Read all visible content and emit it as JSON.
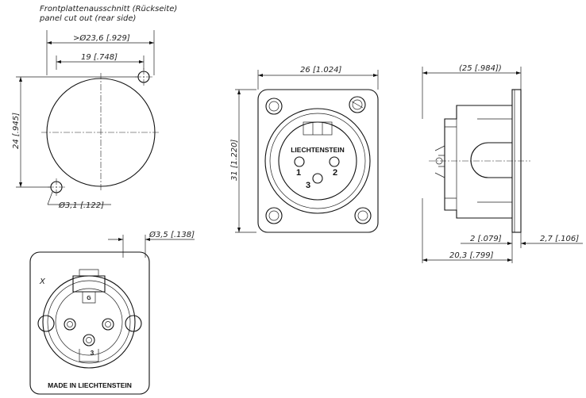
{
  "header": {
    "title_de": "Frontplattenausschnitt (Rückseite)",
    "title_en": "panel cut out (rear side)"
  },
  "cutout_view": {
    "dim_outer_diameter": ">Ø23,6 [.929]",
    "dim_hole_spacing_h": "19 [.748]",
    "dim_hole_spacing_v": "24 [.945]",
    "dim_hole_diameter": "Ø3,1 [.122]"
  },
  "front_view": {
    "dim_width": "26 [1.024]",
    "dim_height": "31 [1.220]",
    "brand_label": "LIECHTENSTEIN",
    "pin1": "1",
    "pin2": "2",
    "pin3": "3"
  },
  "side_view": {
    "dim_overall_depth": "(25 [.984])",
    "dim_flange_inner": "2 [.079]",
    "dim_flange": "2,7 [.106]",
    "dim_body_depth": "20,3 [.799]"
  },
  "rear_view": {
    "dim_mount_hole": "Ø3,5 [.138]",
    "mark_x": "X",
    "pin_g": "G",
    "pin3": "3",
    "footer_label": "MADE IN LIECHTENSTEIN"
  }
}
